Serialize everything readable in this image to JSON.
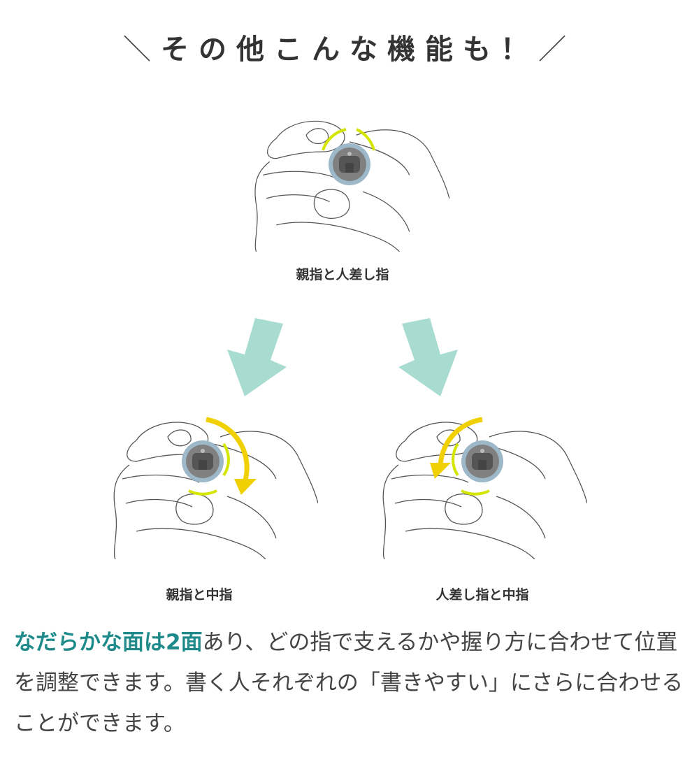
{
  "title": {
    "left_mark": "＼",
    "text": "その他こんな機能も！",
    "right_mark": "／"
  },
  "illustrations": [
    {
      "caption": "親指と人差し指"
    },
    {
      "caption": "親指と中指"
    },
    {
      "caption": "人差し指と中指"
    }
  ],
  "body": {
    "highlight": "なだらかな面は2面",
    "text": "あり、どの指で支えるかや握り方に合わせて位置を調整できます。書く人それぞれの「書きやすい」にさらに合わせることができます。"
  },
  "colors": {
    "accent": "#1e8a8a",
    "arrow": "#a8dcd0",
    "ring": "#9db8c8",
    "lime": "#d4e600",
    "yellow": "#f0d000"
  }
}
